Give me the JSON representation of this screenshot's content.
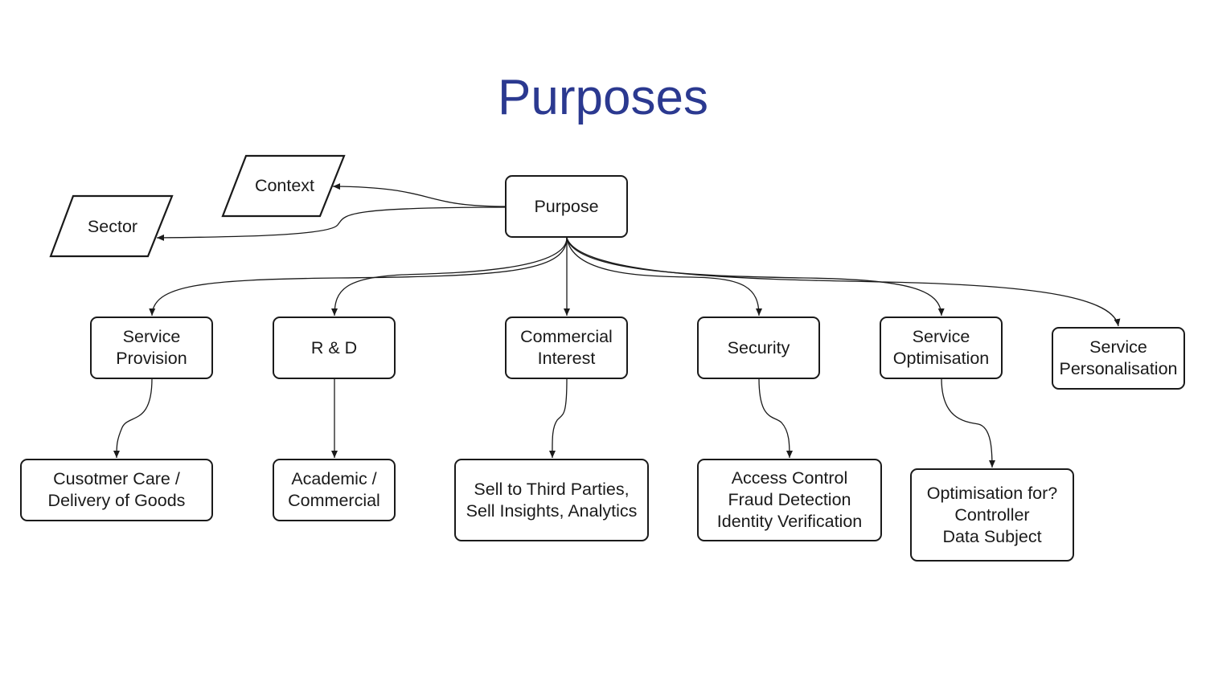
{
  "title": "Purposes",
  "diagram": {
    "root": "Purpose",
    "attributes": {
      "context": "Context",
      "sector": "Sector"
    },
    "categories": {
      "service_provision": "Service\nProvision",
      "rnd": "R & D",
      "commercial_interest": "Commercial\nInterest",
      "security": "Security",
      "service_optimisation": "Service\nOptimisation",
      "service_personalisation": "Service\nPersonalisation"
    },
    "details": {
      "service_provision": "Cusotmer Care /\nDelivery of Goods",
      "rnd": "Academic /\nCommercial",
      "commercial_interest": "Sell to Third Parties,\nSell Insights, Analytics",
      "security": "Access Control\nFraud Detection\nIdentity Verification",
      "service_optimisation": "Optimisation for?\nController\nData Subject"
    }
  }
}
